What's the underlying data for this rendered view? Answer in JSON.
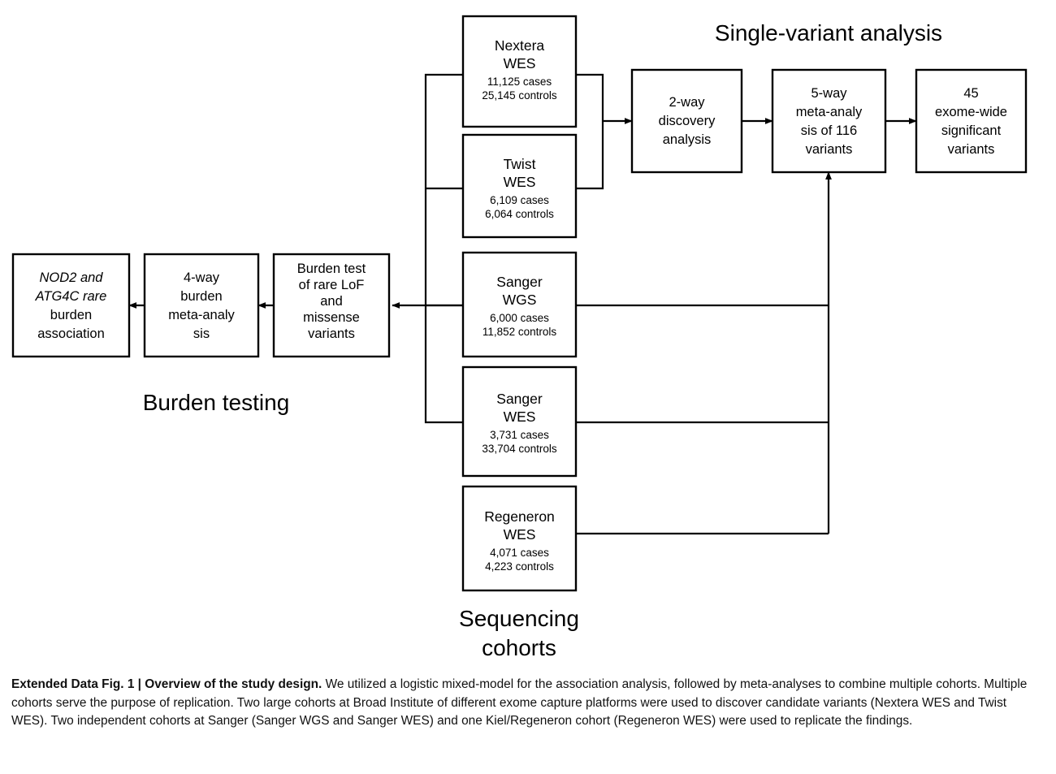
{
  "figure": {
    "headings": {
      "single_variant": "Single-variant analysis",
      "burden_testing": "Burden testing",
      "sequencing_cohorts_line1": "Sequencing",
      "sequencing_cohorts_line2": "cohorts"
    },
    "cohorts": [
      {
        "id": "nextera-wes",
        "name_line1": "Nextera",
        "name_line2": "WES",
        "cases": "11,125 cases",
        "controls": "25,145 controls"
      },
      {
        "id": "twist-wes",
        "name_line1": "Twist",
        "name_line2": "WES",
        "cases": "6,109 cases",
        "controls": "6,064 controls"
      },
      {
        "id": "sanger-wgs",
        "name_line1": "Sanger",
        "name_line2": "WGS",
        "cases": "6,000 cases",
        "controls": "11,852 controls"
      },
      {
        "id": "sanger-wes",
        "name_line1": "Sanger",
        "name_line2": "WES",
        "cases": "3,731 cases",
        "controls": "33,704 controls"
      },
      {
        "id": "regeneron-wes",
        "name_line1": "Regeneron",
        "name_line2": "WES",
        "cases": "4,071 cases",
        "controls": "4,223 controls"
      }
    ],
    "single_variant_steps": [
      {
        "id": "two-way-discovery",
        "lines": [
          "2-way",
          "discovery",
          "analysis"
        ]
      },
      {
        "id": "five-way-meta-analysis",
        "lines": [
          "5-way",
          "meta-analy",
          "sis of 116",
          "variants"
        ]
      },
      {
        "id": "exome-wide-significant",
        "lines": [
          "45",
          "exome-wide",
          "significant",
          "variants"
        ]
      }
    ],
    "burden_steps": [
      {
        "id": "burden-result",
        "lines": [
          "NOD2 and",
          "ATG4C rare",
          "burden",
          "association"
        ],
        "italic_lines": [
          0,
          1
        ]
      },
      {
        "id": "four-way-burden-meta",
        "lines": [
          "4-way",
          "burden",
          "meta-analy",
          "sis"
        ]
      },
      {
        "id": "burden-test-rare-lof",
        "lines": [
          "Burden test",
          "of rare LoF",
          "and",
          "missense",
          "variants"
        ]
      }
    ],
    "caption": {
      "label": "Extended Data Fig. 1 | Overview of the study design.",
      "text": " We utilized a logistic mixed-model for the association analysis, followed by meta-analyses to combine multiple cohorts. Multiple cohorts serve the purpose of replication. Two large cohorts at Broad Institute of different exome capture platforms were used to discover candidate variants (Nextera WES and Twist WES). Two independent cohorts at Sanger (Sanger WGS and Sanger WES) and one Kiel/Regeneron cohort (Regeneron WES) were used to replicate the findings."
    },
    "colors": {
      "stroke": "#000000",
      "fill": "#ffffff",
      "text": "#000000",
      "background": "#ffffff"
    }
  }
}
